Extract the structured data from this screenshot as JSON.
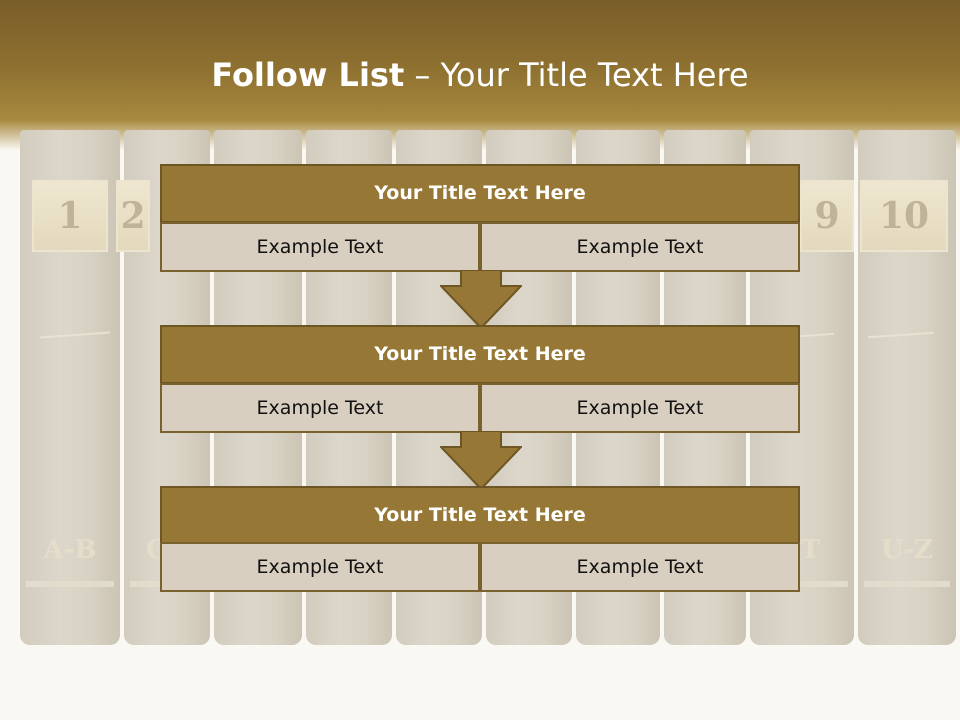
{
  "slide": {
    "title_bold": "Follow List",
    "title_rest": " – Your Title Text Here"
  },
  "books": [
    {
      "number": "1",
      "range": "A-B"
    },
    {
      "number": "2",
      "range": "C"
    },
    {
      "number": "9",
      "range": "T"
    },
    {
      "number": "10",
      "range": "U-Z"
    }
  ],
  "steps": [
    {
      "title": "Your Title Text Here",
      "left": "Example Text",
      "right": "Example Text"
    },
    {
      "title": "Your Title Text Here",
      "left": "Example Text",
      "right": "Example Text"
    },
    {
      "title": "Your Title Text Here",
      "left": "Example Text",
      "right": "Example Text"
    }
  ],
  "colors": {
    "header": "#8e7030",
    "step_title_fill": "#967735",
    "step_cell_fill": "#d8cfc1",
    "arrow_fill": "#967735"
  }
}
